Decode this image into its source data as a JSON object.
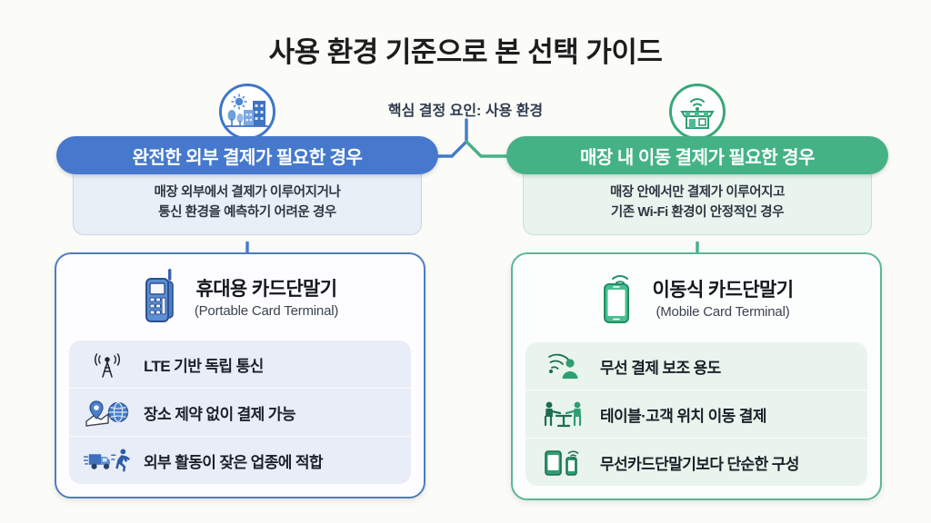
{
  "title": "사용 환경 기준으로 본 선택 가이드",
  "factor": {
    "label": "핵심 결정 요인: 사용 환경"
  },
  "colors": {
    "background": "#fbfbf8",
    "blue_banner": "#4679cd",
    "blue_card_border": "#4f7cbf",
    "blue_panel": "#e8edf7",
    "green_banner": "#45b286",
    "green_card_border": "#5cb795",
    "green_panel": "#e8f4ec",
    "title_text": "#1d1d1d"
  },
  "branches": [
    {
      "side": "left",
      "accent": "#4679cd",
      "badge_icon": "outdoor-cityscape-icon",
      "banner": "완전한 외부 결제가 필요한 경우",
      "description_line1": "매장 외부에서 결제가 이루어지거나",
      "description_line2": "통신 환경을 예측하기 어려운 경우",
      "card": {
        "product_icon": "portable-terminal-icon",
        "title_ko": "휴대용 카드단말기",
        "title_en": "(Portable Card Terminal)",
        "features": [
          {
            "icon": "antenna-tower-icon",
            "text": "LTE 기반 독립 통신"
          },
          {
            "icon": "map-pin-globe-icon",
            "text": "장소 제약 없이 결제 가능"
          },
          {
            "icon": "truck-runner-icon",
            "text": "외부 활동이 잦은 업종에 적합"
          }
        ]
      }
    },
    {
      "side": "right",
      "accent": "#45b286",
      "badge_icon": "storefront-wifi-icon",
      "banner": "매장 내 이동 결제가 필요한 경우",
      "description_line1": "매장 안에서만 결제가 이루어지고",
      "description_line2": "기존 Wi-Fi 환경이 안정적인 경우",
      "card": {
        "product_icon": "mobile-phone-wifi-icon",
        "title_ko": "이동식 카드단말기",
        "title_en": "(Mobile Card Terminal)",
        "features": [
          {
            "icon": "wifi-person-icon",
            "text": "무선 결제 보조 용도"
          },
          {
            "icon": "table-service-icon",
            "text": "테이블·고객 위치 이동 결제"
          },
          {
            "icon": "two-devices-icon",
            "text": "무선카드단말기보다 단순한 구성"
          }
        ]
      }
    }
  ]
}
